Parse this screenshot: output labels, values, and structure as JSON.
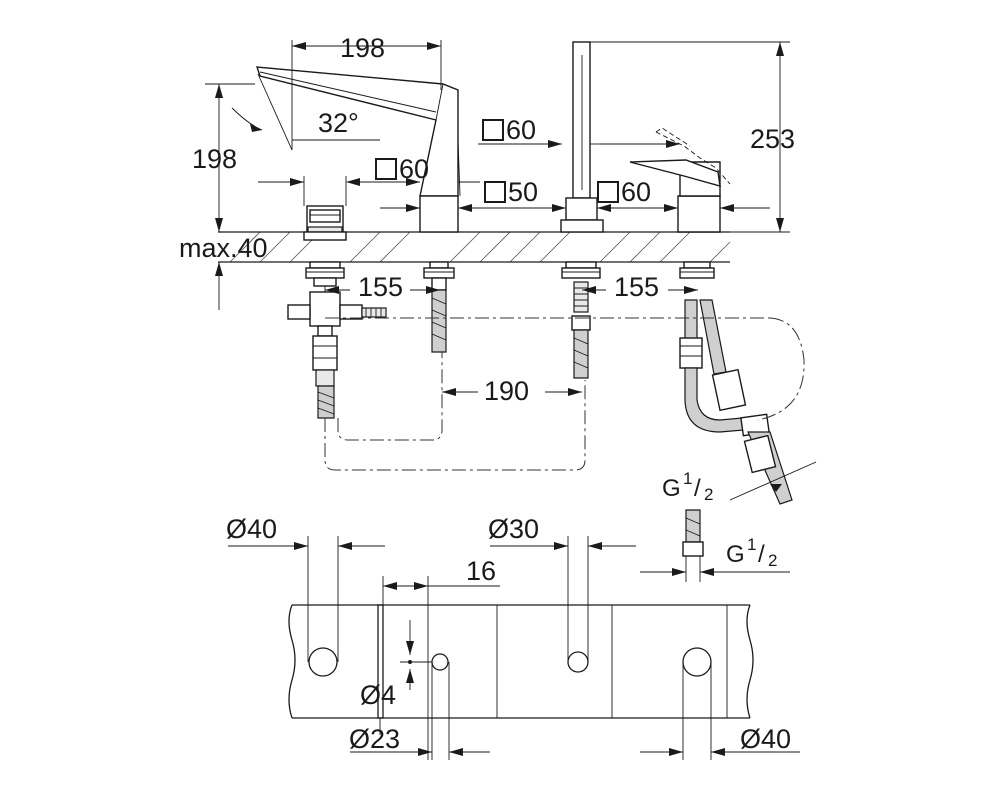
{
  "dimensions": {
    "spout_projection": "198",
    "spout_height": "198",
    "spout_angle": "32°",
    "spout_square": "60",
    "deck_thickness": "max.40",
    "spacing_left": "155",
    "spacing_right": "155",
    "spacing_center": "190",
    "handshower_square": "60",
    "handshower_base": "50",
    "lever_square": "60",
    "overall_height": "253",
    "hose_thread_upper": "G",
    "hose_thread_lower": "G",
    "thread_fraction_num": "1",
    "thread_fraction_den": "2"
  },
  "cutout": {
    "hole_left": "Ø40",
    "hole_center": "Ø30",
    "hole_right": "Ø40",
    "slot_width": "16",
    "pin_hole": "Ø4",
    "small_hole": "Ø23"
  },
  "colors": {
    "line": "#1a1a1a",
    "background": "#ffffff"
  }
}
